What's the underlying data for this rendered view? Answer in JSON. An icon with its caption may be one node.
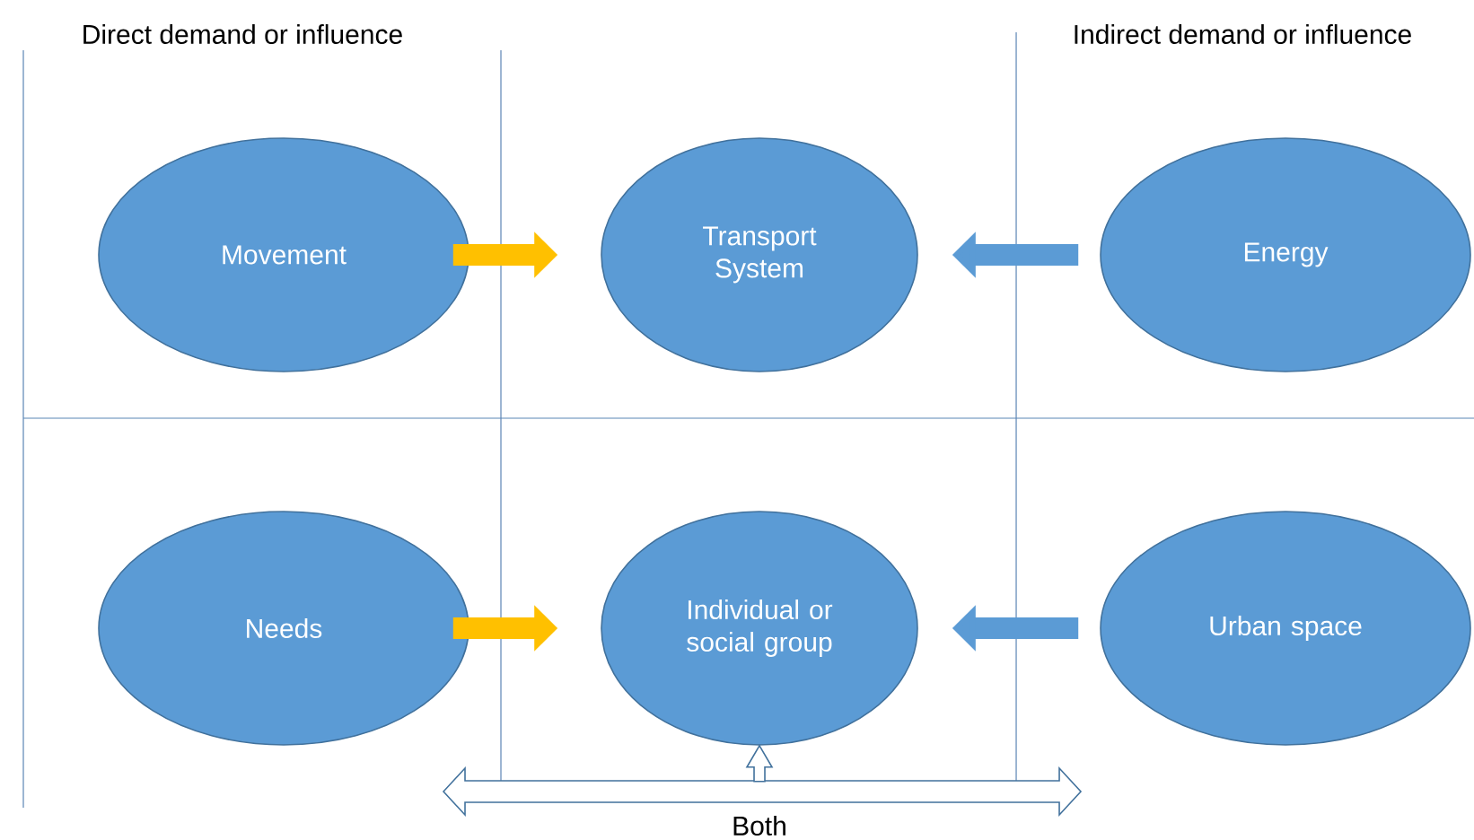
{
  "diagram": {
    "nodes": [
      {
        "text": [
          "Movement"
        ]
      },
      {
        "text": [
          "Transport System"
        ]
      },
      {
        "text": [
          "Energy"
        ]
      },
      {
        "text": [
          "Needs"
        ]
      },
      {
        "text": [
          "Individual or social group"
        ]
      },
      {
        "text": [
          "Urban space"
        ]
      }
    ],
    "edges": [
      {
        "from": 0,
        "to": 1,
        "arrow": "to",
        "color": "#ffc000"
      },
      {
        "from": 2,
        "to": 1,
        "arrow": "to",
        "color": "#5b9bd5"
      },
      {
        "from": 3,
        "to": 4,
        "arrow": "to",
        "color": "#ffc000"
      },
      {
        "from": 5,
        "to": 4,
        "arrow": "to",
        "color": "#5b9bd5"
      },
      {
        "from": null,
        "to": 4,
        "arrow": "to",
        "color": "#41719c"
      }
    ],
    "labels": [
      "Direct demand or influence",
      "Indirect demand or influence",
      "Both"
    ]
  }
}
